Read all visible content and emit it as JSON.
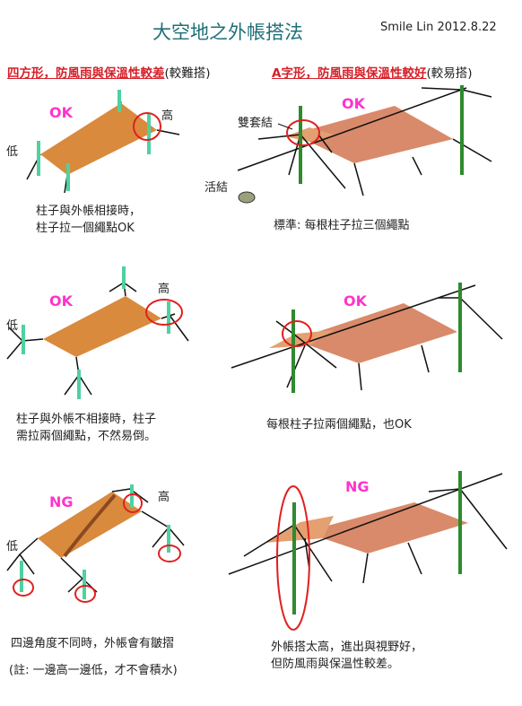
{
  "title": "大空地之外帳搭法",
  "author": "Smile Lin 2012.8.22",
  "left_header": {
    "main": "四方形，防風雨與保溫性較差",
    "note": "(較難搭)"
  },
  "right_header": {
    "main": "A字形，防風雨與保溫性較好",
    "note": "(較易搭)"
  },
  "labels": {
    "ok": "OK",
    "ng": "NG",
    "high": "高",
    "low": "低",
    "double_knot": "雙套結",
    "slip_knot": "活結"
  },
  "captions": {
    "p1": [
      "柱子與外帳相接時，",
      "柱子拉一個繩點OK"
    ],
    "p2": "標準: 每根柱子拉三個繩點",
    "p3": [
      "柱子與外帳不相接時，柱子",
      "需拉兩個繩點，不然易倒。"
    ],
    "p4": "每根柱子拉兩個繩點，也OK",
    "p5": "四邊角度不同時，外帳會有皺摺",
    "p5b": "(註: 一邊高一邊低，才不會積水)",
    "p6": [
      "外帳搭太高，進出與視野好，",
      "但防風雨與保溫性較差。"
    ]
  },
  "colors": {
    "title": "#1f6f78",
    "header_red": "#d6202a",
    "ok_pink": "#ff33cc",
    "tarp_left": "#d98a3d",
    "tarp_right": "#d98a6a",
    "pole_teal": "#4fd1a0",
    "pole_green": "#2e8b2e",
    "circle_red": "#e02020",
    "rope": "#111111"
  }
}
